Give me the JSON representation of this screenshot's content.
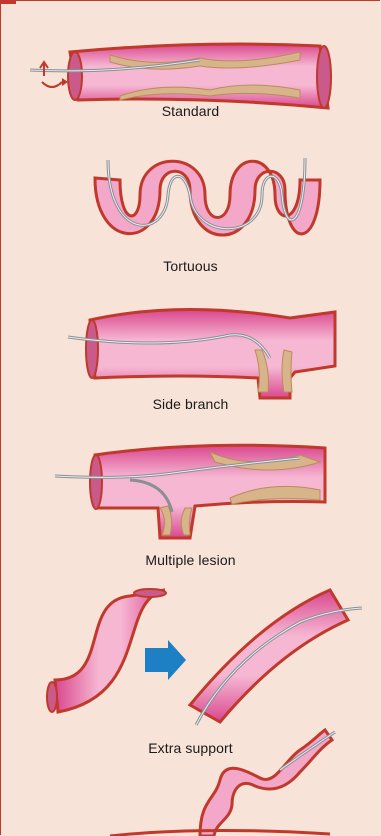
{
  "panels": [
    {
      "id": "standard",
      "label": "Standard"
    },
    {
      "id": "tortuous",
      "label": "Tortuous"
    },
    {
      "id": "side-branch",
      "label": "Side branch"
    },
    {
      "id": "multiple-lesion",
      "label": "Multiple lesion"
    },
    {
      "id": "extra-support",
      "label": "Extra support"
    }
  ],
  "colors": {
    "background": "#f7e3d8",
    "vessel_wall": "#c0392b",
    "vessel_lumen": "#e85aa0",
    "vessel_inner": "#f5b8d4",
    "plaque": "#d8b48a",
    "guidewire": "#8a8f96",
    "arrow": "#1d7fc4",
    "rotation_arrow": "#c0392b"
  }
}
